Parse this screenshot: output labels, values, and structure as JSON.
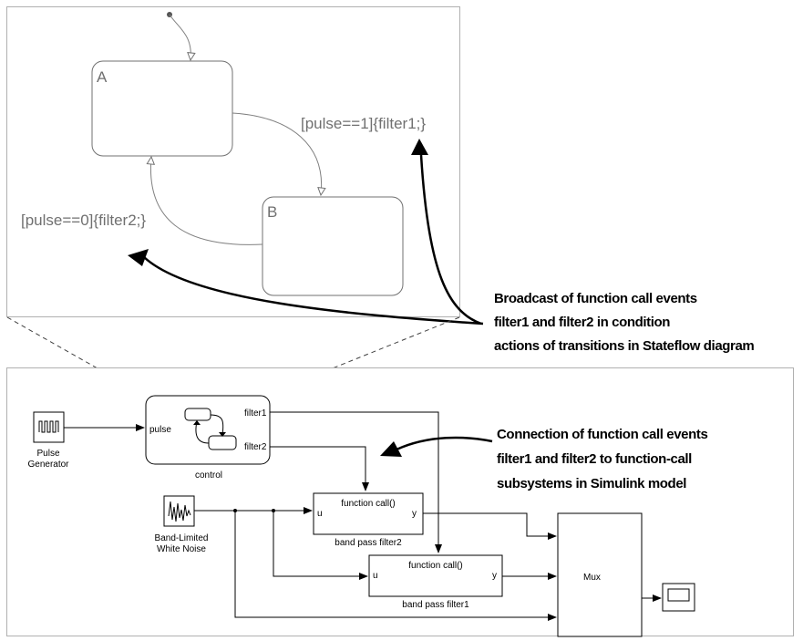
{
  "stateflow": {
    "state_a": "A",
    "state_b": "B",
    "transition_a_to_b": "[pulse==1]{filter1;}",
    "transition_b_to_a": "[pulse==0]{filter2;}"
  },
  "annotations": {
    "broadcast": [
      "Broadcast of function call events",
      "filter1 and filter2 in condition",
      "actions of transitions in Stateflow diagram"
    ],
    "connection": [
      "Connection of function call events",
      "filter1 and filter2 to function-call",
      "subsystems in Simulink model"
    ]
  },
  "simulink": {
    "pulse_generator": [
      "Pulse",
      "Generator"
    ],
    "control": {
      "label": "control",
      "in_port": "pulse",
      "out_port_1": "filter1",
      "out_port_2": "filter2"
    },
    "noise": [
      "Band-Limited",
      "White Noise"
    ],
    "filter2": {
      "header": "function call()",
      "in_port": "u",
      "out_port": "y",
      "label": "band pass filter2"
    },
    "filter1": {
      "header": "function call()",
      "in_port": "u",
      "out_port": "y",
      "label": "band pass filter1"
    },
    "mux": "Mux"
  }
}
